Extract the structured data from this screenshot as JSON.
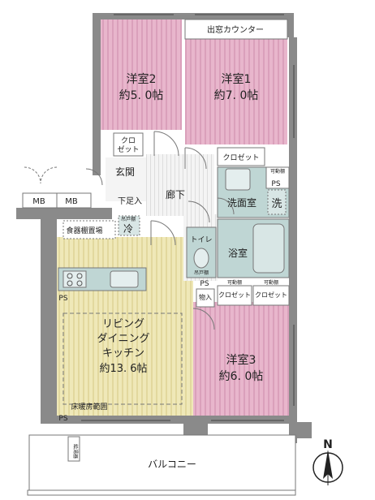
{
  "rooms": {
    "western2": {
      "name": "洋室2",
      "size": "約5. 0帖"
    },
    "western1": {
      "name": "洋室1",
      "size": "約7. 0帖"
    },
    "western3": {
      "name": "洋室3",
      "size": "約6. 0帖"
    },
    "ldk": {
      "line1": "リビング",
      "line2": "ダイニング",
      "line3": "キッチン",
      "size": "約13. 6帖"
    },
    "entrance": "玄関",
    "corridor": "廊下",
    "washroom": "洗面室",
    "toilet": "トイレ",
    "bathroom": "浴室",
    "balcony": "バルコニー"
  },
  "labels": {
    "window_counter": "出窓カウンター",
    "closet_a_line1": "クロ",
    "closet_a_line2": "ゼット",
    "closet_b": "クロゼット",
    "movable_shelf": "可動棚",
    "ps": "PS",
    "washer": "洗",
    "mb": "MB",
    "shoe_box": "下足入",
    "cupboard": "食器棚置場",
    "fridge": "冷",
    "fridge_note": "吊戸棚",
    "storage": "物入",
    "closet_c": "クロゼット",
    "closet_d": "クロゼット",
    "floor_heating": "床暖房範囲",
    "outdoor_unit": "給湯器",
    "toilet_note": "吊戸棚",
    "north": "N"
  },
  "colors": {
    "bedroom_fill": "#e8b6cc",
    "bedroom_stripe": "#d89ab6",
    "ldk_fill": "#efe8b8",
    "ldk_stripe": "#e0d69a",
    "wet_fill": "#bfd6d4",
    "corridor_fill": "#f2f2f2",
    "wall": "#8a8a8a"
  }
}
